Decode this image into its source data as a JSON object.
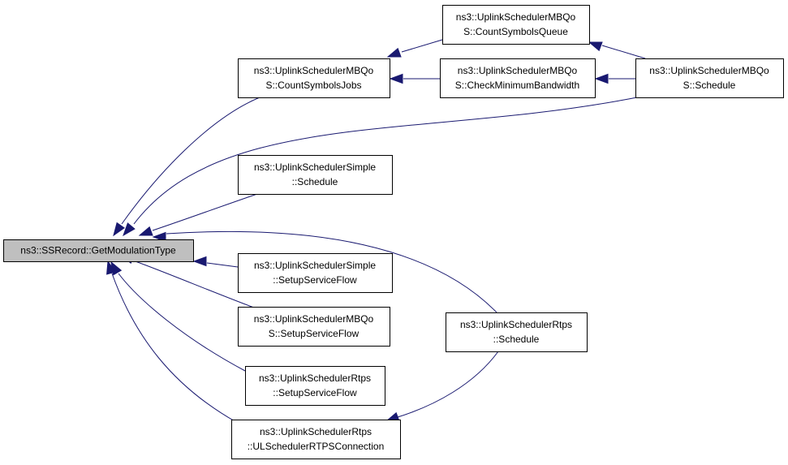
{
  "diagram": {
    "type": "call-graph",
    "colors": {
      "edge": "#191970",
      "root_fill": "#bfbfbf",
      "node_fill": "#ffffff",
      "border": "#000000"
    },
    "nodes": {
      "root": {
        "lines": [
          "ns3::SSRecord::GetModulationType"
        ]
      },
      "mbqos_count_symbols_jobs": {
        "lines": [
          "ns3::UplinkSchedulerMBQo",
          "S::CountSymbolsJobs"
        ]
      },
      "mbqos_count_symbols_queue": {
        "lines": [
          "ns3::UplinkSchedulerMBQo",
          "S::CountSymbolsQueue"
        ]
      },
      "mbqos_check_min_bandwidth": {
        "lines": [
          "ns3::UplinkSchedulerMBQo",
          "S::CheckMinimumBandwidth"
        ]
      },
      "mbqos_schedule": {
        "lines": [
          "ns3::UplinkSchedulerMBQo",
          "S::Schedule"
        ]
      },
      "simple_schedule": {
        "lines": [
          "ns3::UplinkSchedulerSimple",
          "::Schedule"
        ]
      },
      "simple_setup_service_flow": {
        "lines": [
          "ns3::UplinkSchedulerSimple",
          "::SetupServiceFlow"
        ]
      },
      "mbqos_setup_service_flow": {
        "lines": [
          "ns3::UplinkSchedulerMBQo",
          "S::SetupServiceFlow"
        ]
      },
      "rtps_setup_service_flow": {
        "lines": [
          "ns3::UplinkSchedulerRtps",
          "::SetupServiceFlow"
        ]
      },
      "rtps_schedule": {
        "lines": [
          "ns3::UplinkSchedulerRtps",
          "::Schedule"
        ]
      },
      "rtps_ul_connection": {
        "lines": [
          "ns3::UplinkSchedulerRtps",
          "::ULSchedulerRTPSConnection"
        ]
      }
    },
    "edges": [
      {
        "from": "mbqos_count_symbols_jobs",
        "to": "root"
      },
      {
        "from": "mbqos_schedule",
        "to": "root"
      },
      {
        "from": "simple_schedule",
        "to": "root"
      },
      {
        "from": "rtps_schedule",
        "to": "root"
      },
      {
        "from": "simple_setup_service_flow",
        "to": "root"
      },
      {
        "from": "mbqos_setup_service_flow",
        "to": "root"
      },
      {
        "from": "rtps_setup_service_flow",
        "to": "root"
      },
      {
        "from": "rtps_ul_connection",
        "to": "root"
      },
      {
        "from": "mbqos_count_symbols_queue",
        "to": "mbqos_count_symbols_jobs"
      },
      {
        "from": "mbqos_check_min_bandwidth",
        "to": "mbqos_count_symbols_jobs"
      },
      {
        "from": "mbqos_schedule",
        "to": "mbqos_count_symbols_queue"
      },
      {
        "from": "mbqos_schedule",
        "to": "mbqos_check_min_bandwidth"
      },
      {
        "from": "rtps_schedule",
        "to": "rtps_ul_connection"
      }
    ]
  }
}
